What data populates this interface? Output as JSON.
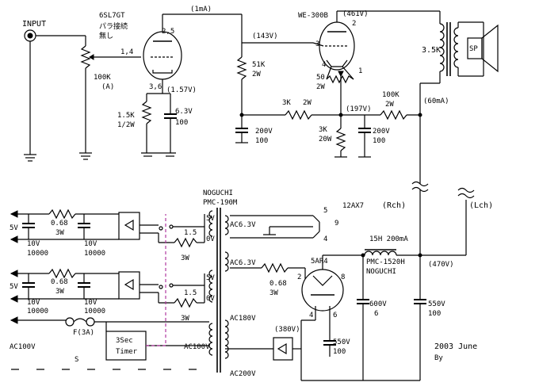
{
  "labels": {
    "input": "INPUT",
    "tube_6sl7": "6SL7GT",
    "tube_6sl7_note1": "パラ接続",
    "tube_6sl7_note2": "無し",
    "pin_25": "2,5",
    "pin_14": "1,4",
    "pin_36": "3,6",
    "i_1ma": "(1mA)",
    "v_157": "(1.57V)",
    "vol_100k": "100K",
    "vol_a": "(A)",
    "r_15k": "1.5K",
    "r_15k_w": "1/2W",
    "c_63v": "6.3V",
    "c_100a": "100",
    "v_143": "(143V)",
    "r_51k": "51K",
    "r_51k_w": "2W",
    "c_200v_a": "200V",
    "c_100b": "100",
    "tube_we300b": "WE-300B",
    "v_461": "(461V)",
    "pin_2": "2",
    "pin_3": "3",
    "pin_4": "4",
    "pin_1": "1",
    "r_50": "50",
    "r_50_w": "2W",
    "r_3k_a": "3K",
    "r_3k_a_w": "2W",
    "v_197": "(197V)",
    "r_3k_b": "3K",
    "r_3k_b_w": "20W",
    "c_200v_b": "200V",
    "c_100c": "100",
    "r_100k": "100K",
    "r_100k_w": "2W",
    "i_60ma": "(60mA)",
    "xfmr_35k": "3.5K",
    "sp": "SP",
    "rch": "(Rch)",
    "lch": "(Lch)",
    "noguchi_a": "NOGUCHI",
    "pmc_190m": "PMC-190M",
    "v_5v_a": "5V",
    "v_0v_a": "0V",
    "v_5v_b": "5V",
    "v_0v_b": "0V",
    "ac63_a": "AC6.3V",
    "ac63_b": "AC6.3V",
    "pins_59": "5",
    "pins_9": "9",
    "pins_4": "4",
    "tube_12ax7": "12AX7",
    "out5v_a": "5V",
    "out5v_b": "5V",
    "r_068_a": "0.68",
    "r_068_a_w": "3W",
    "r_068_b": "0.68",
    "r_068_b_w": "3W",
    "c_10v_a1": "10V",
    "c_10000_a1": "10000",
    "c_10v_a2": "10V",
    "c_10000_a2": "10000",
    "c_10v_b1": "10V",
    "c_10000_b1": "10000",
    "c_10v_b2": "10V",
    "c_10000_b2": "10000",
    "r_15_a": "1.5",
    "r_15_a_w": "3W",
    "r_15_b": "1.5",
    "r_15_b_w": "3W",
    "tube_5ar4": "5AR4",
    "pin5ar4_2": "2",
    "pin5ar4_8": "8",
    "pin5ar4_4": "4",
    "pin5ar4_6": "6",
    "r_068_c": "0.68",
    "r_068_c_w": "3W",
    "choke": "15H 200mA",
    "pmc_1520h": "PMC-1520H",
    "noguchi_b": "NOGUCHI",
    "v_470": "(470V)",
    "c_600v": "600V",
    "c_6": "6",
    "c_550v_a": "550V",
    "c_100d": "100",
    "ac100v_in": "AC100V",
    "fuse": "F(3A)",
    "timer_1": "3Sec",
    "timer_2": "Timer",
    "ac100v_pri": "AC100V",
    "ac180v": "AC180V",
    "v_380": "(380V)",
    "c_550v_b": "550V",
    "c_100e": "100",
    "ac200v": "AC200V",
    "date": "2003 June",
    "by": "By",
    "sw_s": "S"
  }
}
